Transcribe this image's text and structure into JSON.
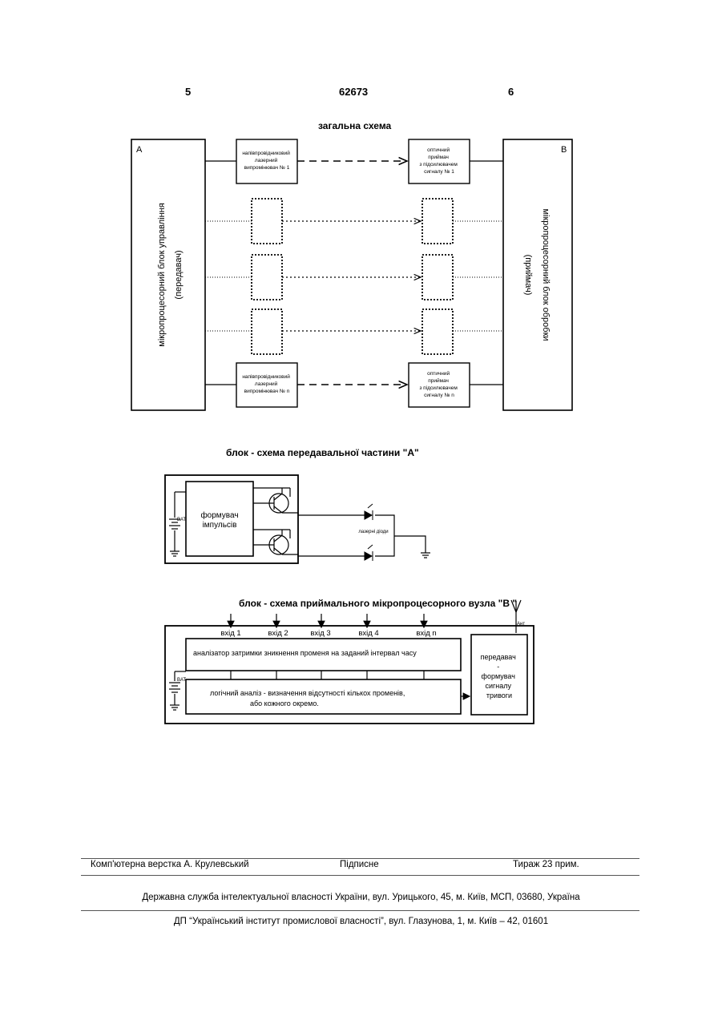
{
  "header": {
    "page_left": "5",
    "patent_number": "62673",
    "page_right": "6"
  },
  "fig1": {
    "title": "загальна схема",
    "block_a_letter": "A",
    "block_b_letter": "B",
    "block_a_line1": "мікропроцесорний блок управління",
    "block_a_line2": "(передавач)",
    "block_b_line1": "мікропроцесорний блок обробки",
    "block_b_line2": "(приймач)",
    "laser1": [
      "напівпровідниковий",
      "лазерний",
      "випромінювач № 1"
    ],
    "laser_n": [
      "напівпровідниковий",
      "лазерний",
      "випромінювач № n"
    ],
    "receiver1": [
      "оптичний",
      "приймач",
      "з підсилювачем",
      "сигналу № 1"
    ],
    "receiver_n": [
      "оптичний",
      "приймач",
      "з підсилювачем",
      "сигналу № n"
    ]
  },
  "fig2": {
    "title": "блок - схема передавальної частини \"А\"",
    "pulse_former_line1": "формувач",
    "pulse_former_line2": "імпульсів",
    "battery": "BAT",
    "laser_diodes": "лазерні діоди"
  },
  "fig3": {
    "title": "блок - схема приймального мікропроцесорного вузла \"В \"",
    "inputs": [
      "вхід 1",
      "вхід 2",
      "вхід 3",
      "вхід 4",
      "вхід n"
    ],
    "antenna": "Ант",
    "battery": "BAT",
    "analyzer": "аналізатор затримки зникнення променя на заданий інтервал часу",
    "logic_line1": "логічний аналіз - визначення відсутності кількох променів,",
    "logic_line2": "або кожного окремо.",
    "alarm": [
      "передавач",
      "-",
      "формувач",
      "сигналу",
      "тривоги"
    ]
  },
  "footer": {
    "layout_credit": "Комп'ютерна верстка А. Крулевський",
    "subscription": "Підписне",
    "circulation": "Тираж 23 прим.",
    "office_address": "Державна служба інтелектуальної власності України, вул. Урицького, 45, м. Київ, МСП, 03680, Україна",
    "institute_address": "ДП “Український інститут промислової власності”, вул. Глазунова, 1, м. Київ – 42, 01601"
  }
}
